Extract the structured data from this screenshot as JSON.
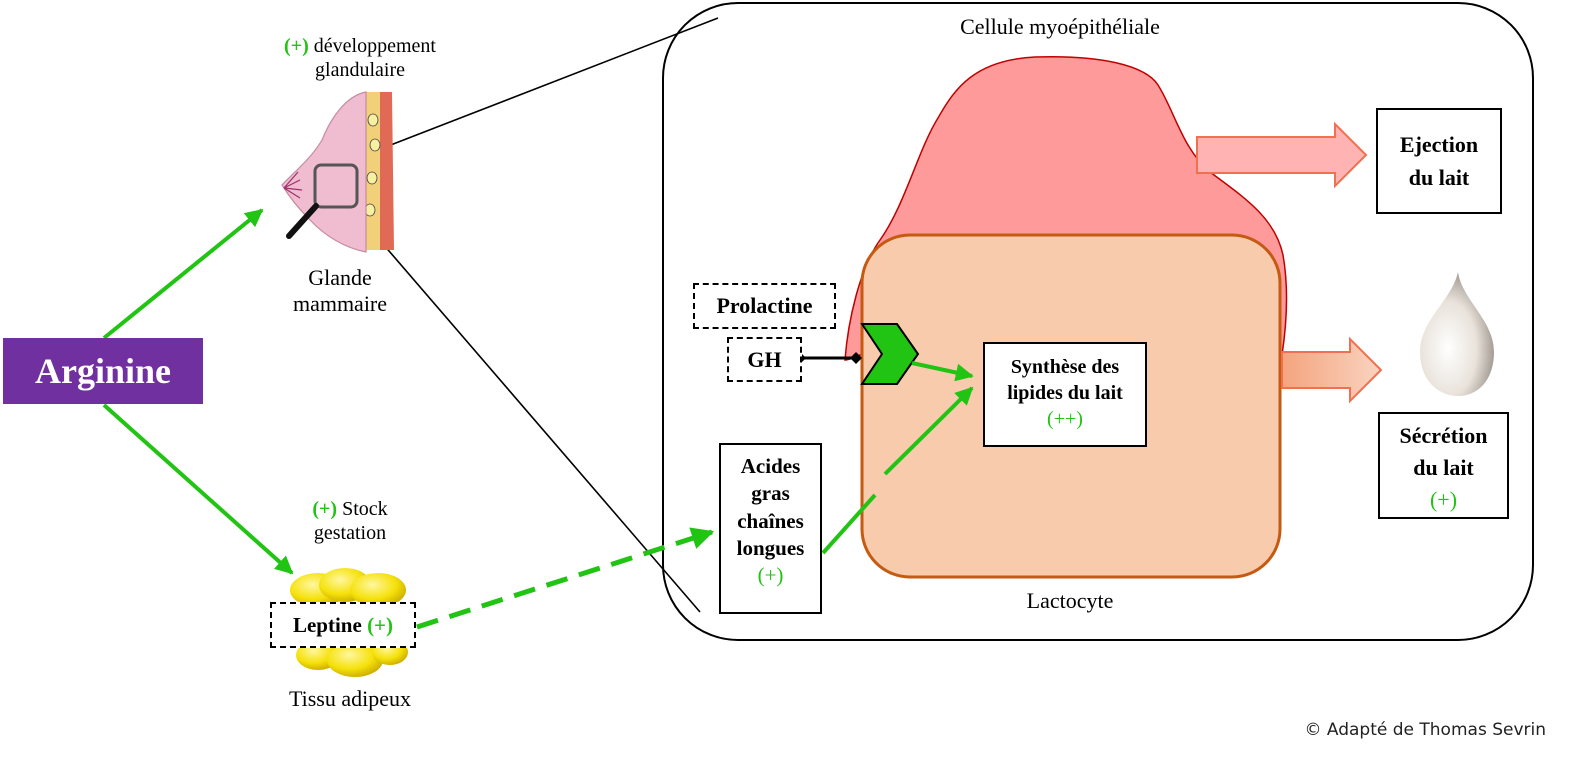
{
  "source": {
    "name": "Arginine",
    "color": "#7030a0"
  },
  "mammary": {
    "effect_sign": "(+)",
    "effect_text_1": "développement",
    "effect_text_2": "glandulaire",
    "label_1": "Glande",
    "label_2": "mammaire"
  },
  "adipose": {
    "effect_sign": "(+)",
    "effect_text_1": "Stock",
    "effect_text_2": "gestation",
    "leptine": "Leptine",
    "leptine_sign": "(+)",
    "label": "Tissu adipeux"
  },
  "cell": {
    "myo_label": "Cellule myoépithéliale",
    "lactocyte_label": "Lactocyte",
    "prolactine": "Prolactine",
    "gh": "GH",
    "fatty_acids": [
      "Acides",
      "gras",
      "chaînes",
      "longues"
    ],
    "fatty_acids_sign": "(+)",
    "synthesis": [
      "Synthèse des",
      "lipides du lait"
    ],
    "synthesis_sign": "(++)"
  },
  "outputs": {
    "ejection": [
      "Ejection",
      "du lait"
    ],
    "secretion": [
      "Sécrétion",
      "du lait"
    ],
    "secretion_sign": "(+)"
  },
  "colors": {
    "stimulation_arrow": "#22c414",
    "myoepithelial": "#ff9a9a",
    "lactocyte": "#f8cbad",
    "lactocyte_border": "#c55a11"
  },
  "credit": "© Adapté de Thomas Sevrin"
}
